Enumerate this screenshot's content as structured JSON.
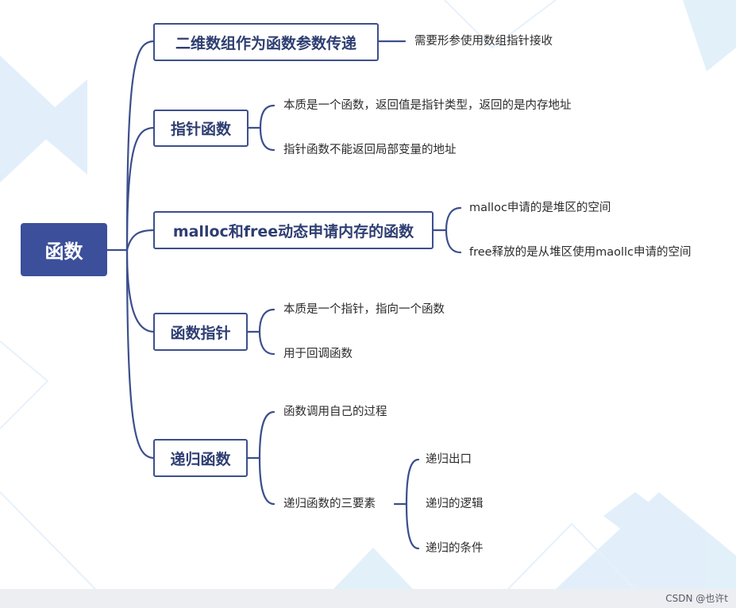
{
  "mindmap": {
    "root": "函数",
    "branches": [
      {
        "label": "二维数组作为函数参数传递",
        "children": [
          "需要形参使用数组指针接收"
        ]
      },
      {
        "label": "指针函数",
        "children": [
          "本质是一个函数，返回值是指针类型，返回的是内存地址",
          "指针函数不能返回局部变量的地址"
        ]
      },
      {
        "label": "malloc和free动态申请内存的函数",
        "children": [
          "malloc申请的是堆区的空间",
          "free释放的是从堆区使用maollc申请的空间"
        ]
      },
      {
        "label": "函数指针",
        "children": [
          "本质是一个指针，指向一个函数",
          "用于回调函数"
        ]
      },
      {
        "label": "递归函数",
        "children": [
          "函数调用自己的过程",
          "递归函数的三要素"
        ],
        "sub_children": [
          "递归出口",
          "递归的逻辑",
          "递归的条件"
        ]
      }
    ]
  },
  "footer": {
    "watermark": "CSDN @也许t"
  },
  "colors": {
    "line": "#3c4f8c",
    "root_bg": "#3c4f9a",
    "decor": "#d6e8f7"
  }
}
